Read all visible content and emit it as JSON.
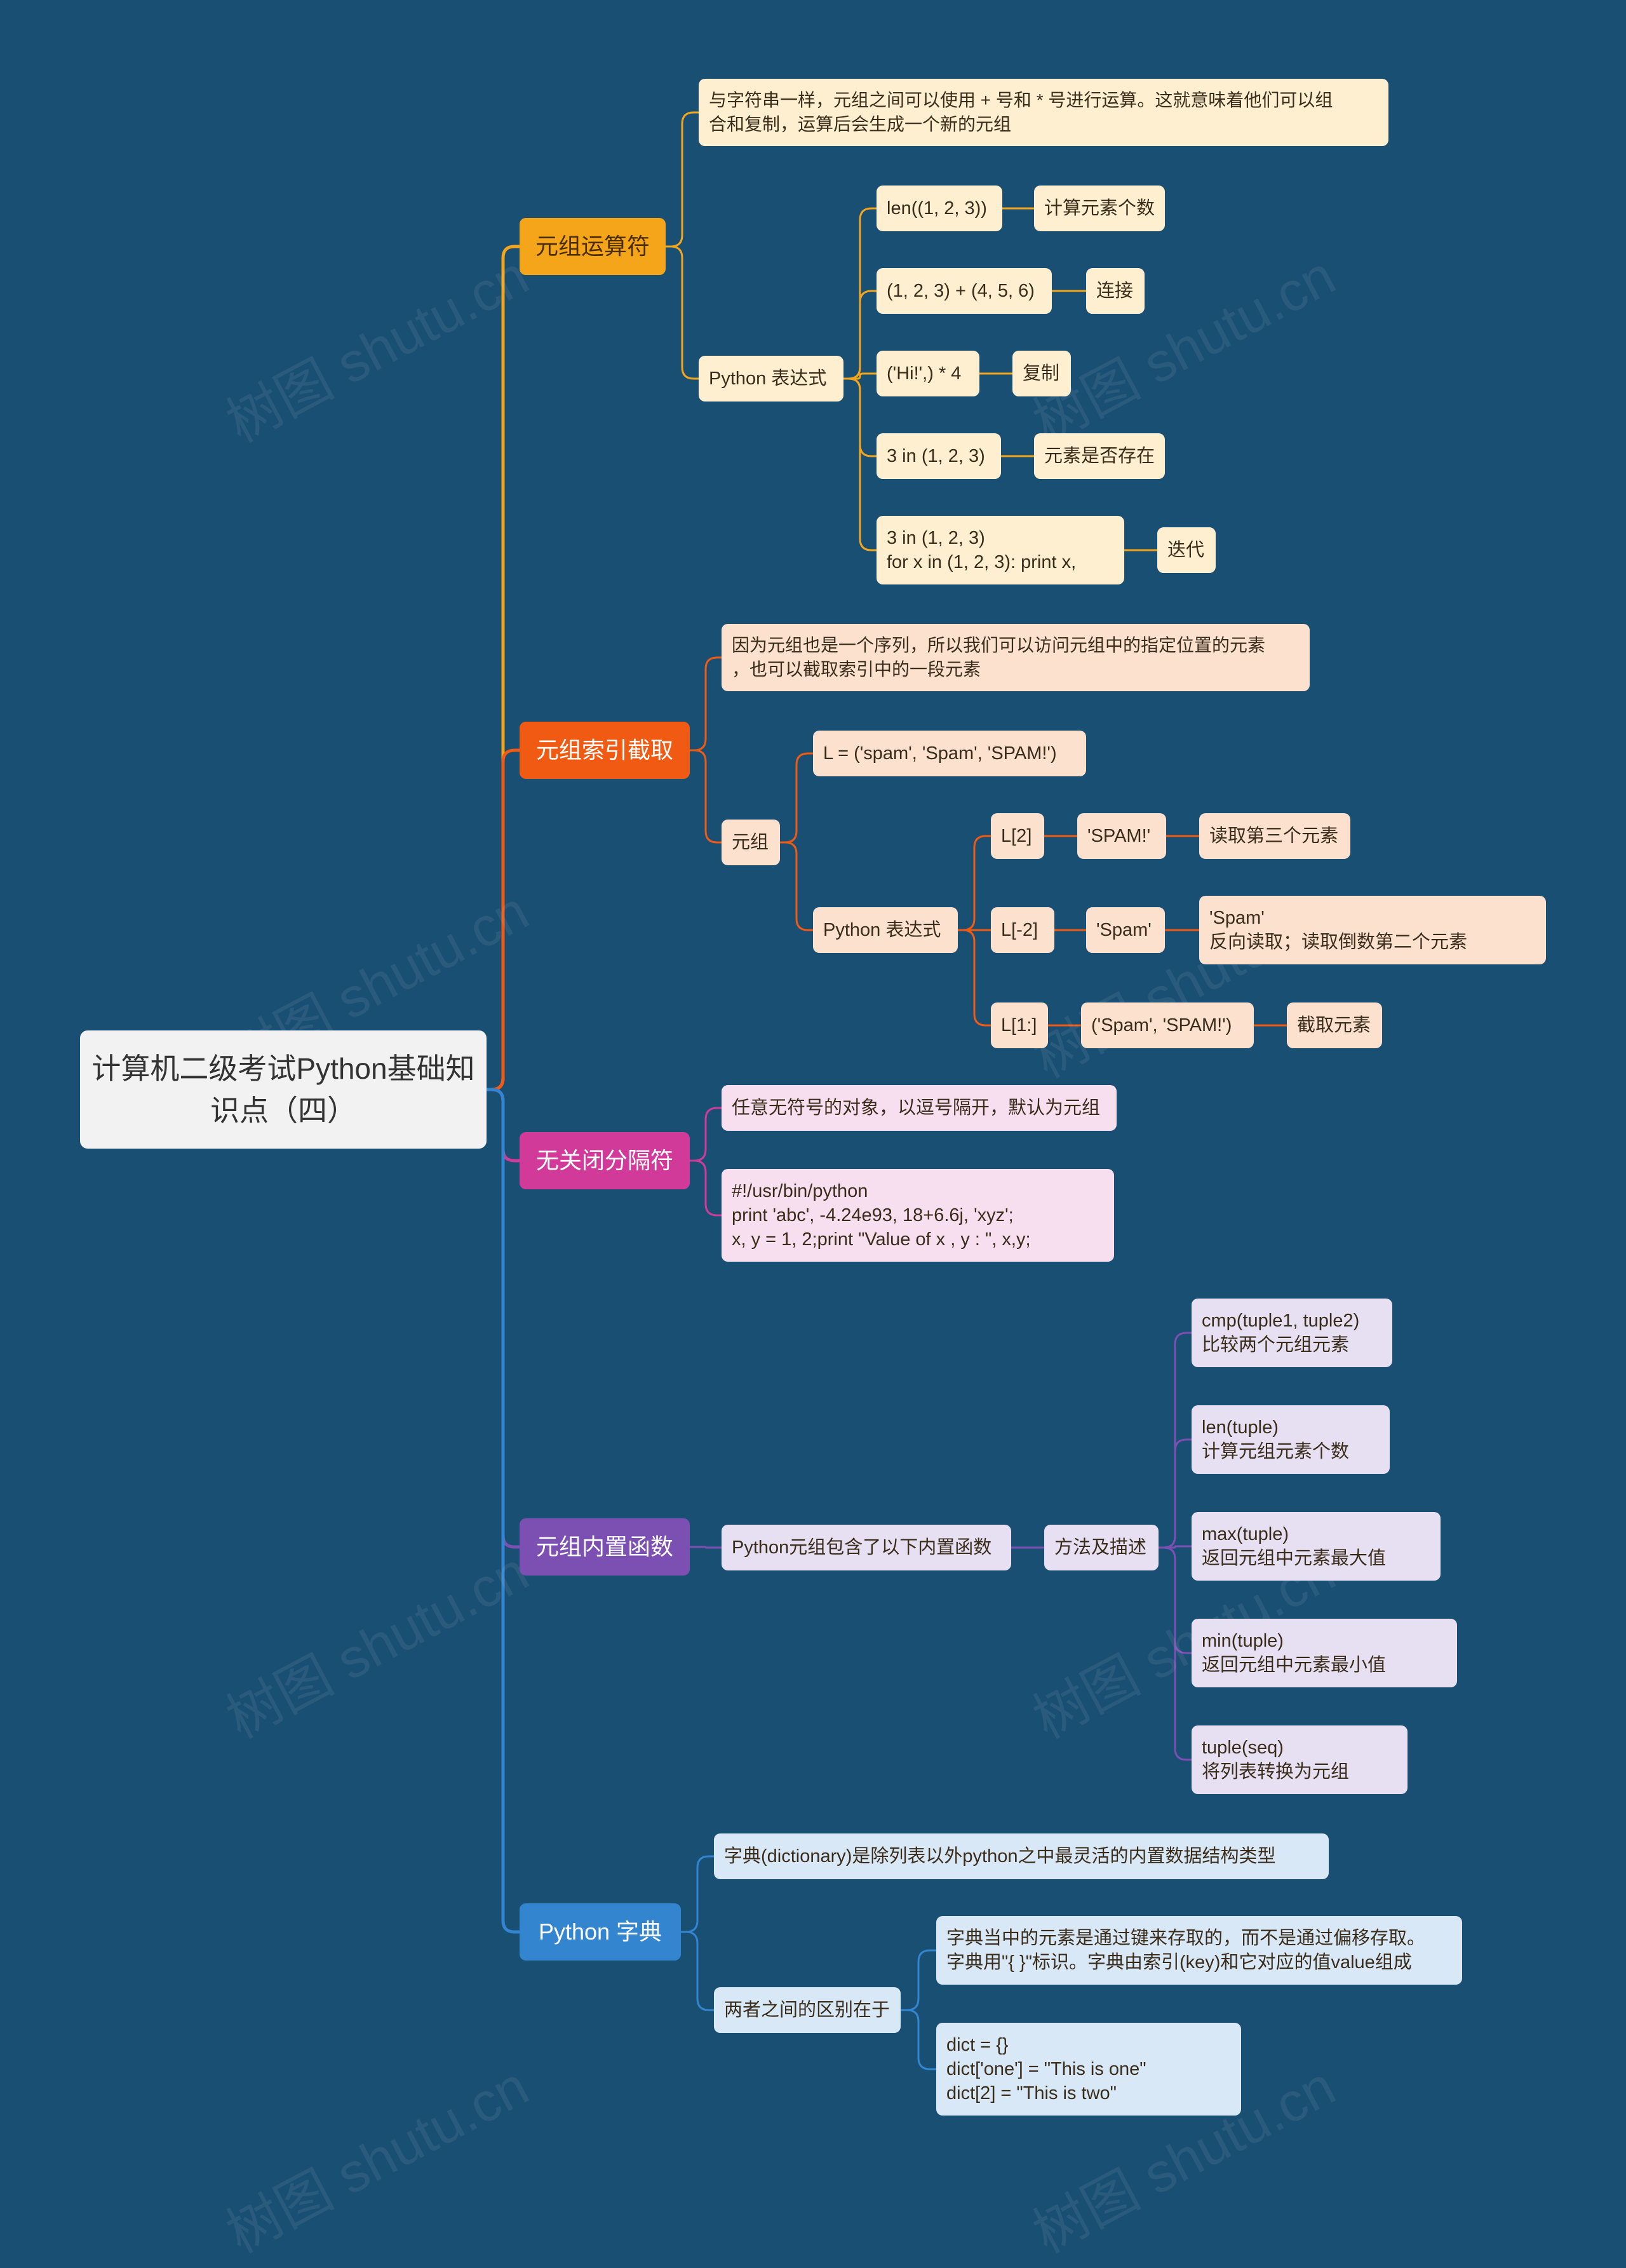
{
  "root": "计算机二级考试Python基础知识点（四）",
  "watermark": "树图 shutu.cn",
  "colors": {
    "background": "#1a4f74",
    "tuple_operators": "#f5a51a",
    "tuple_index": "#f05a12",
    "delimiters": "#d23a99",
    "builtins": "#7c4fb3",
    "dict": "#3385cf"
  },
  "branches": {
    "operators": {
      "label": "元组运算符",
      "intro": "与字符串一样，元组之间可以使用 + 号和 * 号进行运算。这就意味着他们可以组\n合和复制，运算后会生成一个新的元组",
      "expr_label": "Python 表达式",
      "items": [
        {
          "expr": "len((1, 2, 3))",
          "desc": "计算元素个数"
        },
        {
          "expr": "(1, 2, 3) + (4, 5, 6)",
          "desc": "连接"
        },
        {
          "expr": "('Hi!',) * 4",
          "desc": "复制"
        },
        {
          "expr": "3 in (1, 2, 3)",
          "desc": "元素是否存在"
        },
        {
          "expr": "3 in (1, 2, 3)\nfor x in (1, 2, 3): print x,",
          "desc": "迭代"
        }
      ]
    },
    "index": {
      "label": "元组索引截取",
      "intro": "因为元组也是一个序列，所以我们可以访问元组中的指定位置的元素\n，也可以截取索引中的一段元素",
      "tuple_label": "元组",
      "assign": "L = ('spam', 'Spam', 'SPAM!')",
      "expr_label": "Python 表达式",
      "items": [
        {
          "expr": "L[2]",
          "result": "'SPAM!'",
          "desc": "读取第三个元素"
        },
        {
          "expr": "L[-2]",
          "result": "'Spam'",
          "desc": "'Spam'\n反向读取；读取倒数第二个元素"
        },
        {
          "expr": "L[1:]",
          "result": "('Spam', 'SPAM!')",
          "desc": "截取元素"
        }
      ]
    },
    "delimiters": {
      "label": "无关闭分隔符",
      "desc": "任意无符号的对象，以逗号隔开，默认为元组",
      "code": "#!/usr/bin/python\nprint 'abc', -4.24e93, 18+6.6j, 'xyz';\nx, y = 1, 2;print \"Value of x , y : \", x,y;"
    },
    "builtins": {
      "label": "元组内置函数",
      "intro": "Python元组包含了以下内置函数",
      "methods_label": "方法及描述",
      "items": [
        "cmp(tuple1, tuple2)\n比较两个元组元素",
        "len(tuple)\n计算元组元素个数",
        "max(tuple)\n返回元组中元素最大值",
        "min(tuple)\n返回元组中元素最小值",
        "tuple(seq)\n将列表转换为元组"
      ]
    },
    "dict": {
      "label": "Python 字典",
      "intro": "字典(dictionary)是除列表以外python之中最灵活的内置数据结构类型",
      "diff_label": "两者之间的区别在于",
      "items": [
        "字典当中的元素是通过键来存取的，而不是通过偏移存取。\n字典用\"{ }\"标识。字典由索引(key)和它对应的值value组成",
        "dict = {}\ndict['one'] = \"This is one\"\ndict[2] = \"This is two\""
      ]
    }
  }
}
